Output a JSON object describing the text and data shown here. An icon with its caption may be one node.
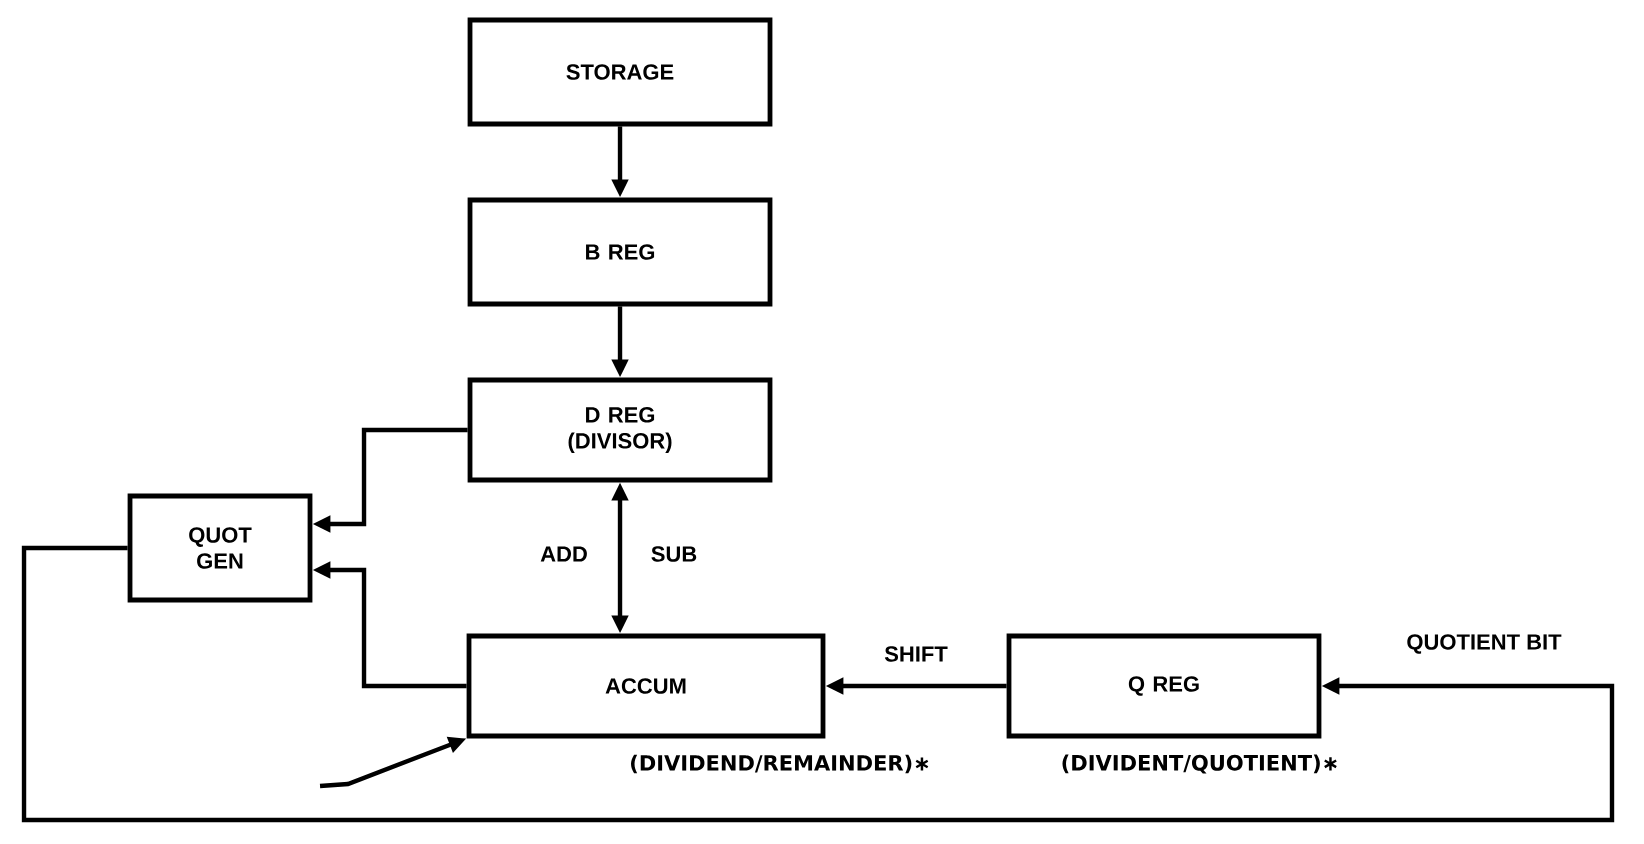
{
  "diagram": {
    "nodes": [
      {
        "text": [
          "STORAGE"
        ]
      },
      {
        "text": [
          "B REG"
        ]
      },
      {
        "text": [
          "D REG (DIVISOR)"
        ]
      },
      {
        "text": [
          "QUOT GEN"
        ]
      },
      {
        "text": [
          "ACCUM"
        ],
        "beside": [
          "(DIVIDEND/REMAINDER)∗"
        ]
      },
      {
        "text": [
          "Q REG"
        ],
        "beside": [
          "(DIVIDENT/QUOTIENT)∗"
        ]
      }
    ],
    "edges": [
      {
        "from": 0,
        "to": 1,
        "arrow": "to"
      },
      {
        "from": 1,
        "to": 2,
        "arrow": "to"
      },
      {
        "from": 2,
        "to": 4,
        "arrow": "both",
        "label": "ADD"
      },
      {
        "from": 2,
        "to": 3,
        "arrow": "to"
      },
      {
        "from": 4,
        "to": 3,
        "arrow": "to"
      },
      {
        "from": 5,
        "to": 4,
        "arrow": "to",
        "label": "SHIFT"
      },
      {
        "from": 3,
        "to": 5,
        "arrow": "to",
        "label": "QUOTIENT BIT"
      },
      {
        "from": null,
        "to": 4,
        "arrow": "to"
      }
    ],
    "labels": [
      "SUB"
    ]
  }
}
